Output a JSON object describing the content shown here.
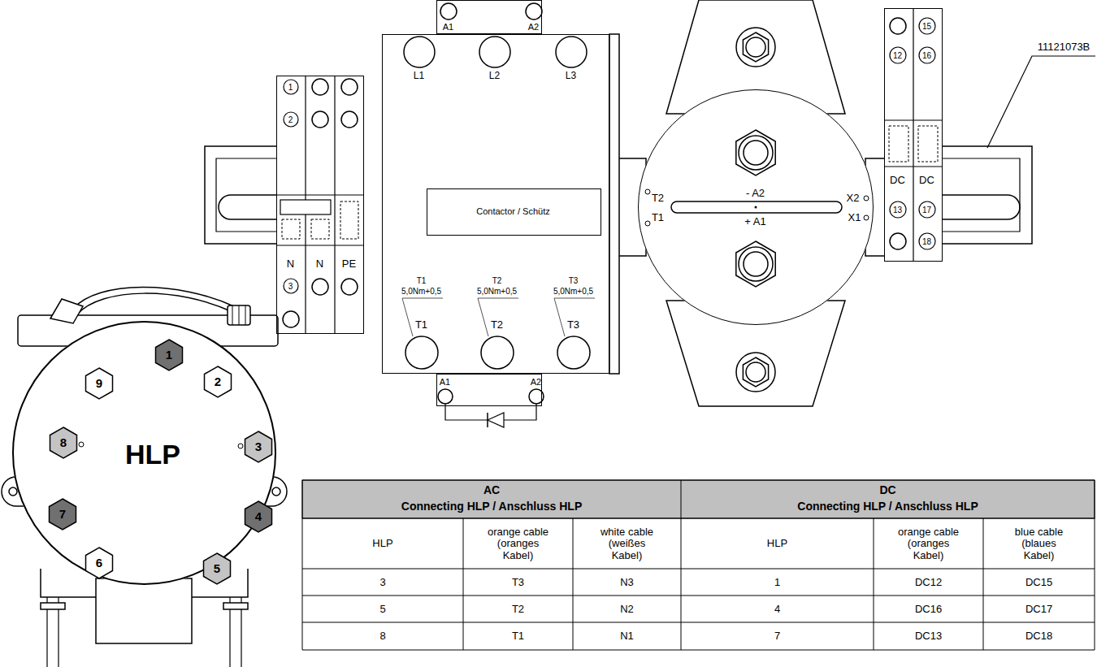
{
  "diagram": {
    "nodes": [
      {
        "text": [
          "A1",
          "A2"
        ]
      },
      {
        "text": [
          "1",
          "2",
          "N",
          "N",
          "PE",
          "3"
        ]
      },
      {
        "text": [
          "L1",
          "L2",
          "L3",
          "T1",
          "5,0Nm+0,5",
          "T2",
          "5,0Nm+0,5",
          "T3",
          "5,0Nm+0,5",
          "T1",
          "T2",
          "T3"
        ]
      },
      {
        "text": [
          "Contactor / Schütz"
        ],
        "in": 2
      },
      {
        "text": [
          "T2",
          "- A2",
          "X2",
          "T1",
          "+ A1",
          "X1"
        ]
      },
      {
        "text": [
          "15",
          "12",
          "16",
          "DC",
          "DC",
          "13",
          "17",
          "18"
        ]
      },
      {
        "text": [
          "A1",
          "A2"
        ]
      },
      {
        "text": [
          "HLP"
        ]
      },
      {
        "text": [
          "1"
        ],
        "in": 7
      },
      {
        "text": [
          "9"
        ],
        "in": 7
      },
      {
        "text": [
          "2"
        ],
        "in": 7
      },
      {
        "text": [
          "8"
        ],
        "in": 7
      },
      {
        "text": [
          "3"
        ],
        "in": 7
      },
      {
        "text": [
          "7"
        ],
        "in": 7
      },
      {
        "text": [
          "4"
        ],
        "in": 7
      },
      {
        "text": [
          "6"
        ],
        "in": 7
      },
      {
        "text": [
          "5"
        ],
        "in": 7
      }
    ],
    "labels": [
      "11121073B",
      "AC",
      "Connecting HLP / Anschluss HLP",
      "DC",
      "Connecting HLP / Anschluss HLP",
      "HLP",
      "orange cable (oranges Kabel)",
      "white cable (weißes Kabel)",
      "HLP",
      "orange cable (oranges Kabel)",
      "blue cable (blaues Kabel)",
      "3",
      "T3",
      "N3",
      "1",
      "DC12",
      "DC15",
      "5",
      "T2",
      "N2",
      "4",
      "DC16",
      "DC17",
      "8",
      "T1",
      "N1",
      "7",
      "DC13",
      "DC18"
    ]
  }
}
